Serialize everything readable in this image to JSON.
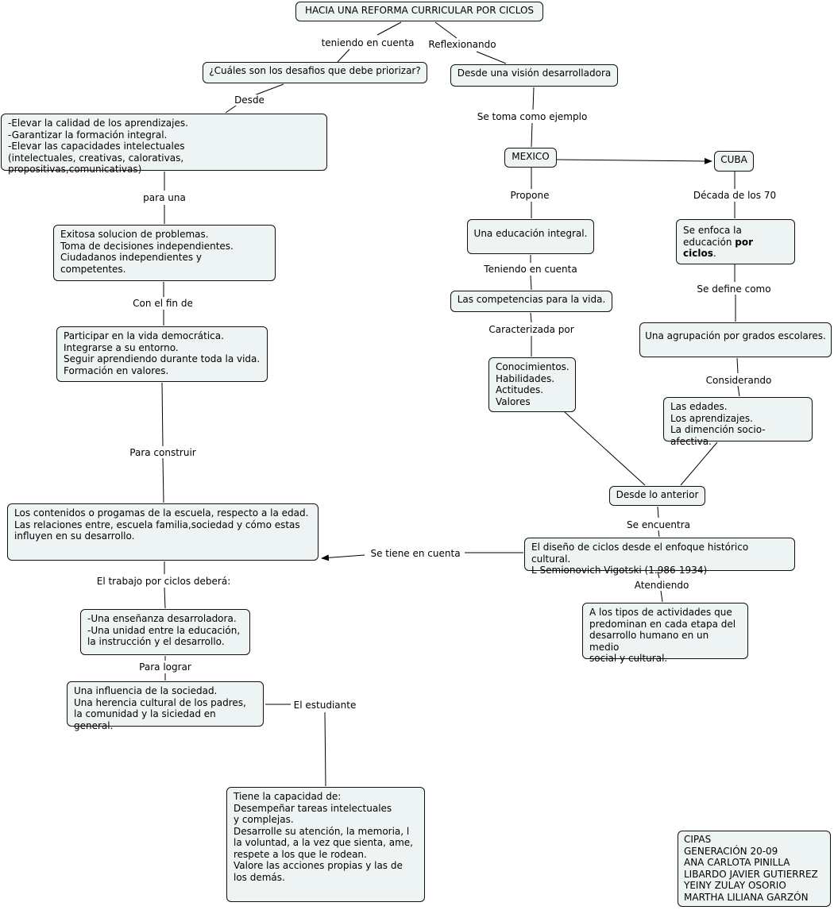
{
  "nodes": {
    "root": "HACIA UNA REFORMA CURRICULAR POR CICLOS",
    "desafios": "¿Cuáles son los desafios que debe priorizar?",
    "vision": "Desde una visión desarrolladora",
    "elevar": "-Elevar la calidad de los aprendizajes.\n-Garantizar la formación integral.\n-Elevar las capacidades intelectuales\n(intelectuales, creativas, calorativas, propositivas,comunicativas)",
    "mexico": "MEXICO",
    "cuba": "CUBA",
    "exitosa": "Exitosa solucion de problemas.\nToma de decisiones independientes.\nCiudadanos independientes y competentes.",
    "educacion_integral": "Una educación integral.",
    "cuba_enfoca_pre": "Se enfoca la\neducación ",
    "cuba_enfoca_bold": "por ciclos",
    "cuba_enfoca_post": ".",
    "competencias": "Las competencias para la vida.",
    "participar": "Participar en la vida democrática.\nIntegrarse a su entorno.\nSeguir aprendiendo durante toda la vida.\nFormación en valores.",
    "agrupacion": "Una agrupación por grados escolares.",
    "conocimientos": "Conocimientos.\nHabilidades.\nActitudes.\nValores",
    "edades": "Las edades.\nLos aprendizajes.\nLa dimención socio-afectiva.",
    "desde_anterior": "Desde lo anterior",
    "contenidos": " Los contenidos o progamas de la escuela, respecto a la edad.\nLas relaciones entre, escuela familia,sociedad y cómo estas\n influyen en su desarrollo.",
    "diseno": "El diseño de ciclos desde el enfoque histórico cultural.\nL Semionovich Vigotski (1.986-1934)",
    "tipos": "A los tipos de actividades que\npredominan en cada etapa del\ndesarrollo humano en un medio\nsocial y cultural.",
    "ensenanza": "-Una enseñanza desarroladora.\n-Una unidad entre la educación,\nla instrucción y el desarrollo.",
    "influencia": "Una influencia de la sociedad.\nUna herencia cultural de los padres,\nla comunidad y la siciedad en general.",
    "capacidad": "Tiene la capacidad de:\nDesempeñar tareas intelectuales\ny complejas.\nDesarrolle su atención, la memoria, l\nla voluntad, a la vez que sienta, ame,\nrespete a los que le rodean.\nValore las acciones propias y las de\nlos demás.",
    "autores": "CIPAS\nGENERACIÓN 20-09\nANA CARLOTA PINILLA\nLIBARDO JAVIER GUTIERREZ\nYEINY ZULAY OSORIO\nMARTHA LILIANA GARZÓN"
  },
  "links": {
    "teniendo_en_cuenta": "teniendo en cuenta",
    "reflexionando": "Reflexionando",
    "desde": "Desde",
    "se_toma_como_ejemplo": "Se toma como ejemplo",
    "para_una": "para una",
    "propone": "Propone",
    "decada": "Década de los 70",
    "teniendo_en_cuenta_2": "Teniendo en cuenta",
    "con_el_fin_de": "Con el fin de",
    "se_define_como": "Se define como",
    "caracterizada_por": "Caracterizada por",
    "considerando": "Considerando",
    "para_construir": "Para construir",
    "se_encuentra": "Se encuentra",
    "se_tiene_en_cuenta": "Se tiene en cuenta",
    "el_trabajo": "El trabajo por ciclos deberá:",
    "atendiendo": "Atendiendo",
    "para_lograr": "Para lograr",
    "el_estudiante": "El estudiante"
  }
}
